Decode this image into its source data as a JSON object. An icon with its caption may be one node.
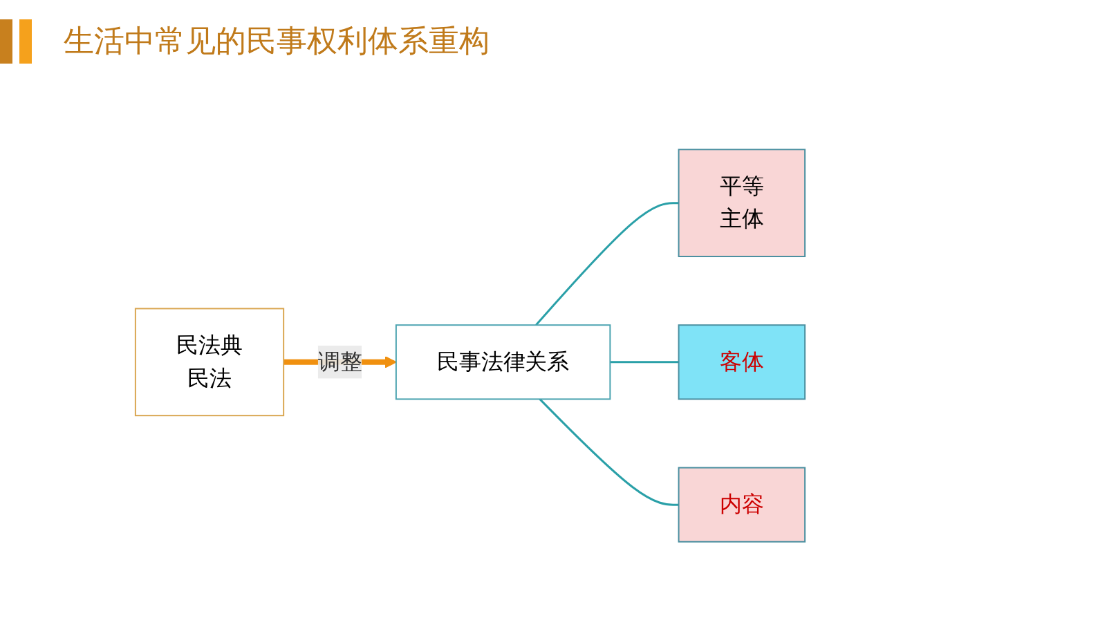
{
  "diagram": {
    "title": "生活中常见的民事权利体系重构",
    "nodes": [
      {
        "text": [
          "民法典",
          "民法"
        ]
      },
      {
        "text": [
          "民事法律关系"
        ]
      },
      {
        "text": [
          "平等",
          "主体"
        ]
      },
      {
        "text": [
          "客体"
        ]
      },
      {
        "text": [
          "内容"
        ]
      }
    ],
    "edges": [
      {
        "from": 0,
        "to": 1,
        "arrow": "to",
        "label": "调整",
        "style": "thick",
        "color": "#f0900f"
      },
      {
        "from": 1,
        "to": 2,
        "arrow": "none"
      },
      {
        "from": 1,
        "to": 3,
        "arrow": "none"
      },
      {
        "from": 1,
        "to": 4,
        "arrow": "none"
      }
    ]
  }
}
